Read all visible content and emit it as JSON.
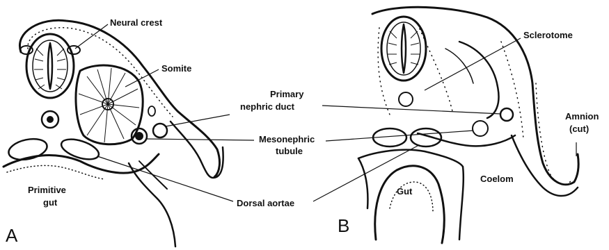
{
  "labels": {
    "neural_crest": "Neural crest",
    "somite": "Somite",
    "primary_nephric_duct_line1": "Primary",
    "primary_nephric_duct_line2": "nephric duct",
    "mesonephric_tubule_line1": "Mesonephric",
    "mesonephric_tubule_line2": "tubule",
    "dorsal_aortae": "Dorsal aortae",
    "primitive_gut_line1": "Primitive",
    "primitive_gut_line2": "gut",
    "sclerotome": "Sclerotome",
    "amnion_line1": "Amnion",
    "amnion_line2": "(cut)",
    "gut": "Gut",
    "coelom": "Coelom"
  },
  "panels": {
    "a": "A",
    "b": "B"
  },
  "colors": {
    "ink": "#111111",
    "background": "#ffffff"
  }
}
